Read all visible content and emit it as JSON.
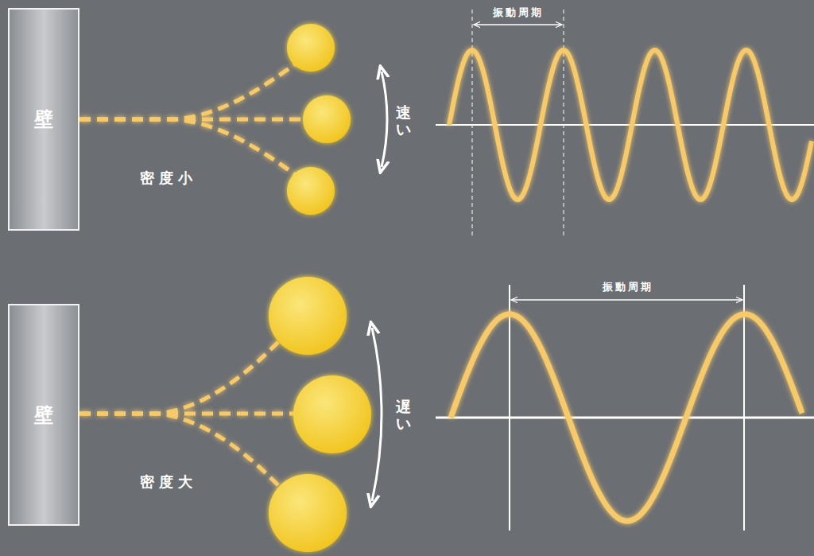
{
  "diagram": {
    "nodes": [
      {
        "text": [
          "壁"
        ]
      },
      {
        "text": [
          "壁"
        ]
      }
    ],
    "labels": [
      "密度小",
      "速い",
      "振動周期",
      "密度大",
      "遅い",
      "振動周期"
    ]
  }
}
